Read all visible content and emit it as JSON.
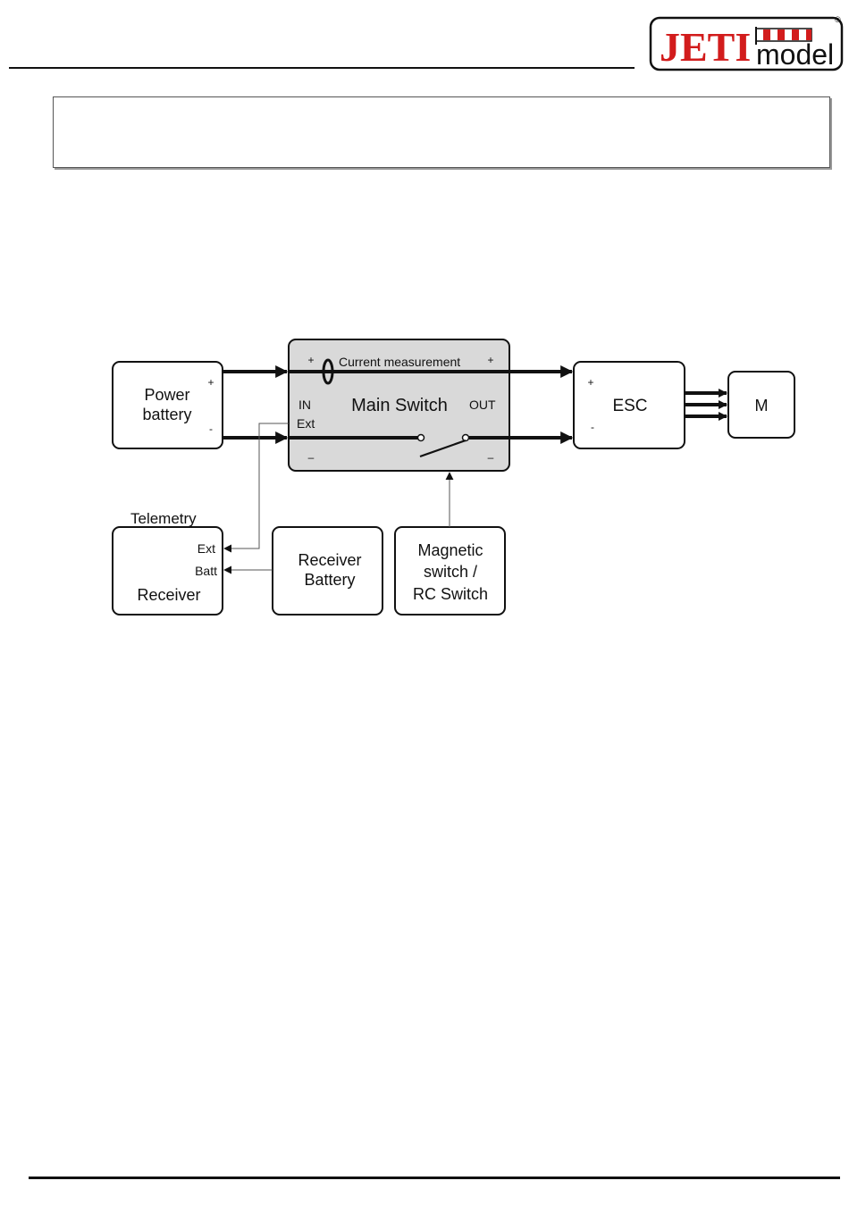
{
  "logo": {
    "brand": "JETI",
    "sub": "model",
    "registered": "®"
  },
  "diagram": {
    "power_battery": {
      "line1": "Power",
      "line2": "battery",
      "plus": "+",
      "minus": "-"
    },
    "main_switch": {
      "title": "Main Switch",
      "current_label": "Current measurement",
      "in_label": "IN",
      "out_label": "OUT",
      "ext_label": "Ext",
      "plus_left": "+",
      "plus_right": "+",
      "minus_left": "–",
      "minus_right": "–"
    },
    "esc": {
      "label": "ESC",
      "plus": "+",
      "minus": "-"
    },
    "motor": {
      "label": "M"
    },
    "telemetry_label": "Telemetry",
    "receiver": {
      "label": "Receiver",
      "ext": "Ext",
      "batt": "Batt"
    },
    "receiver_battery": {
      "line1": "Receiver",
      "line2": "Battery"
    },
    "magnetic_switch": {
      "line1": "Magnetic",
      "line2": "switch /",
      "line3": "RC Switch"
    }
  }
}
